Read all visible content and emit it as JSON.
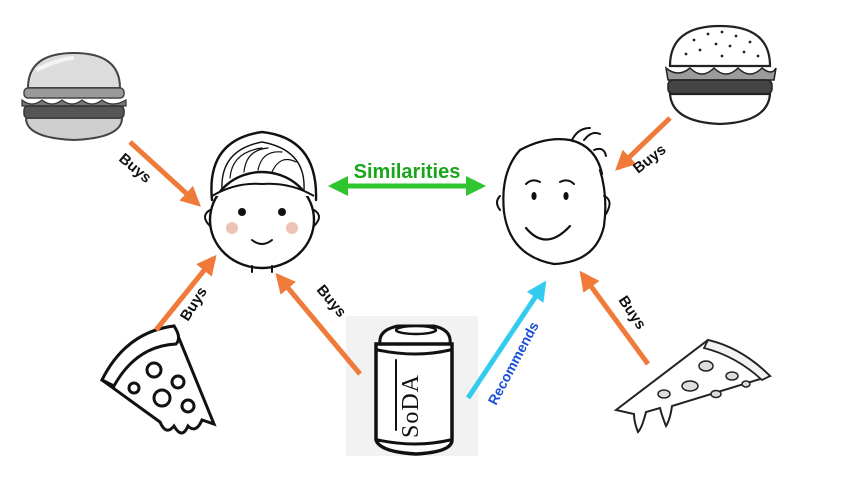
{
  "labels": {
    "similarities": "Similarities",
    "recommends": "Recommends",
    "buys_1": "Buys",
    "buys_2": "Buys",
    "buys_3": "Buys",
    "buys_4": "Buys",
    "buys_5": "Buys",
    "soda_can_text": "SoDA"
  },
  "colors": {
    "buys_arrow": "#f07a3a",
    "similarities_arrow": "#2ec52e",
    "recommends_arrow": "#33ccee",
    "similarities_text": "#1aa51a",
    "recommends_text": "#1a4fd6"
  },
  "icons": {
    "user_a": "boy-face-icon",
    "user_b": "smiling-face-icon",
    "items": [
      "burger-icon",
      "pizza-slice-icon",
      "soda-can-icon",
      "burger-icon",
      "pizza-slice-icon"
    ]
  }
}
